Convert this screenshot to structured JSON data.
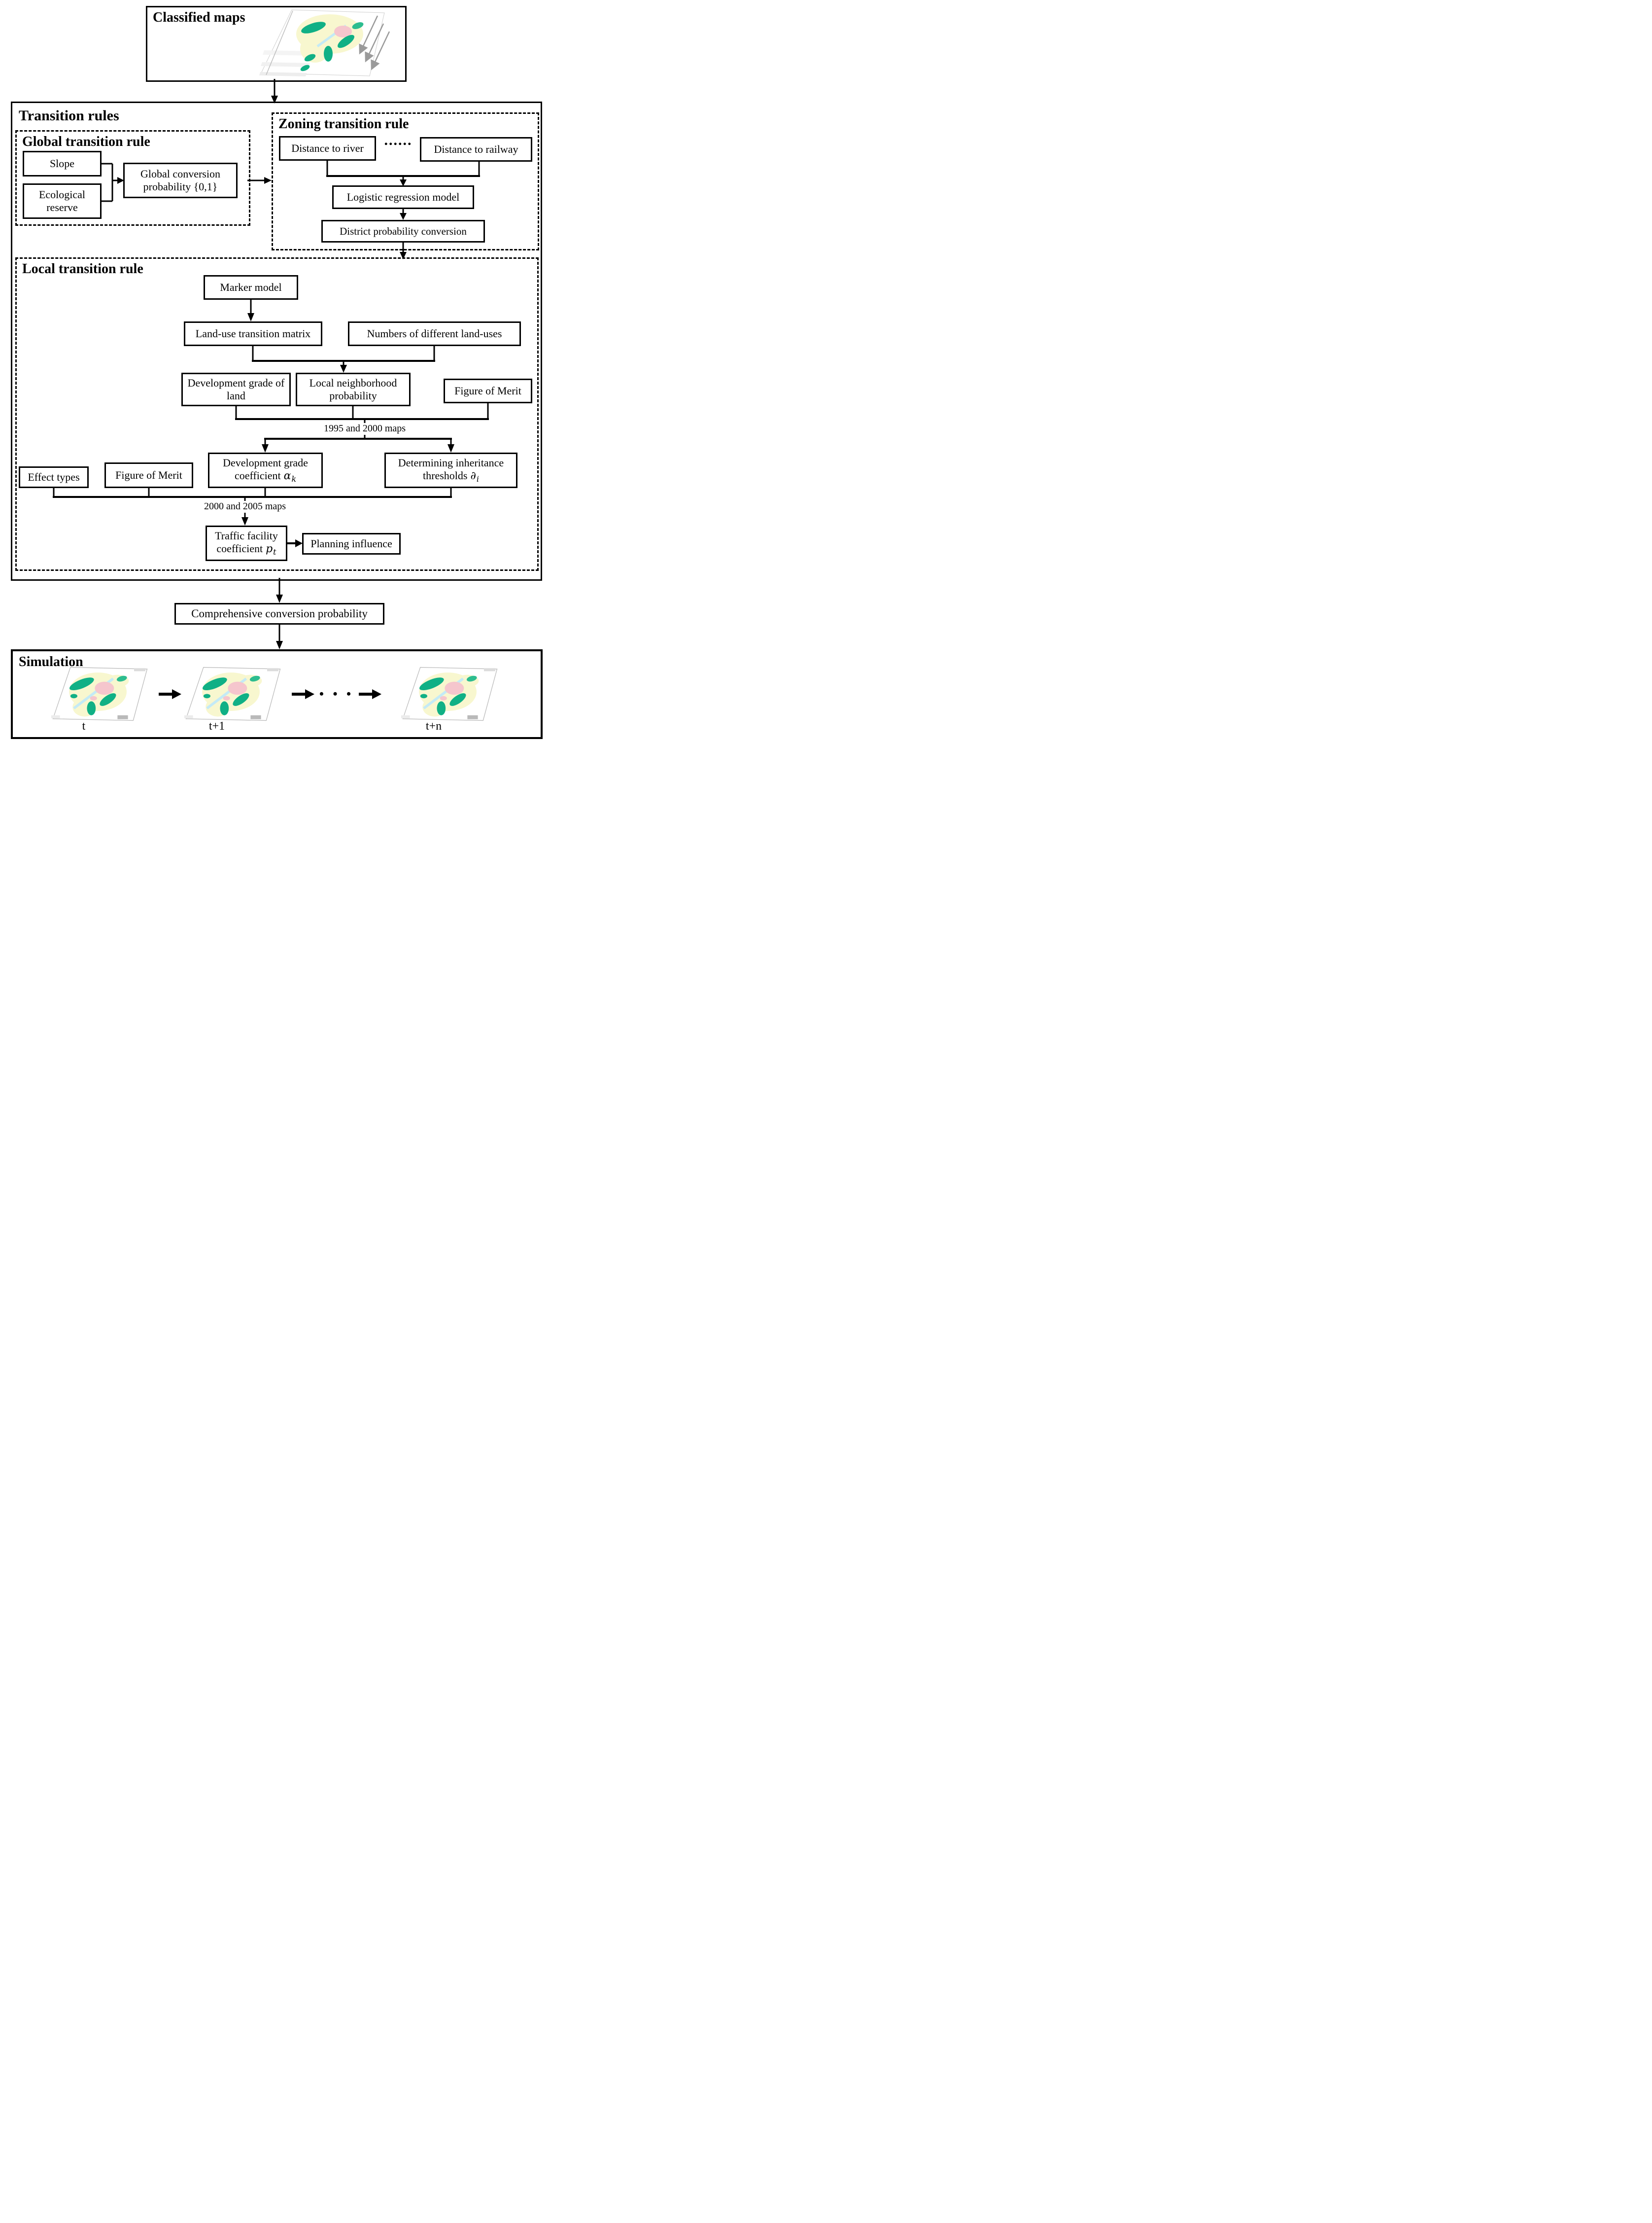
{
  "classified": {
    "title": "Classified maps"
  },
  "transition": {
    "title": "Transition rules",
    "global": {
      "title": "Global transition rule",
      "slope": "Slope",
      "ecological": "Ecological reserve",
      "conversion": "Global conversion probability {0,1}"
    },
    "zoning": {
      "title": "Zoning transition rule",
      "river": "Distance to river",
      "dots": "......",
      "railway": "Distance to railway",
      "logistic": "Logistic regression model",
      "district": "District probability conversion"
    },
    "local": {
      "title": "Local transition rule",
      "marker": "Marker model",
      "landuse_matrix": "Land-use transition matrix",
      "numbers": "Numbers of different land-uses",
      "dev_grade_land": "Development grade of land",
      "neighborhood": "Local neighborhood probability",
      "fom1": "Figure of Merit",
      "maps_1995": "1995 and 2000 maps",
      "effect_types": "Effect types",
      "fom2": "Figure of Merit",
      "dev_grade_coef": {
        "line1": "Development grade",
        "line2": "coefficient",
        "sym": "α",
        "sub": "k"
      },
      "inherit_thresh": {
        "line1": "Determining inheritance",
        "line2": "thresholds",
        "sym": "∂",
        "sub": "i"
      },
      "maps_2000": "2000 and 2005 maps",
      "traffic": {
        "line1": "Traffic facility",
        "line2": "coefficient",
        "sym": "p",
        "sub": "t"
      },
      "planning": "Planning influence"
    }
  },
  "comprehensive": {
    "label": "Comprehensive conversion probability"
  },
  "simulation": {
    "title": "Simulation",
    "t0": "t",
    "t1": "t+1",
    "tn": "t+n",
    "dots": "• • •"
  },
  "colors": {
    "line_black": "#000000",
    "land_yellow": "#f8f7cf",
    "land_green": "#10b085",
    "land_green2": "#2dbd8f",
    "land_pink": "#f5c6cd",
    "land_blue": "#c4eaf6",
    "sheet_gray": "#bdbdbd"
  }
}
